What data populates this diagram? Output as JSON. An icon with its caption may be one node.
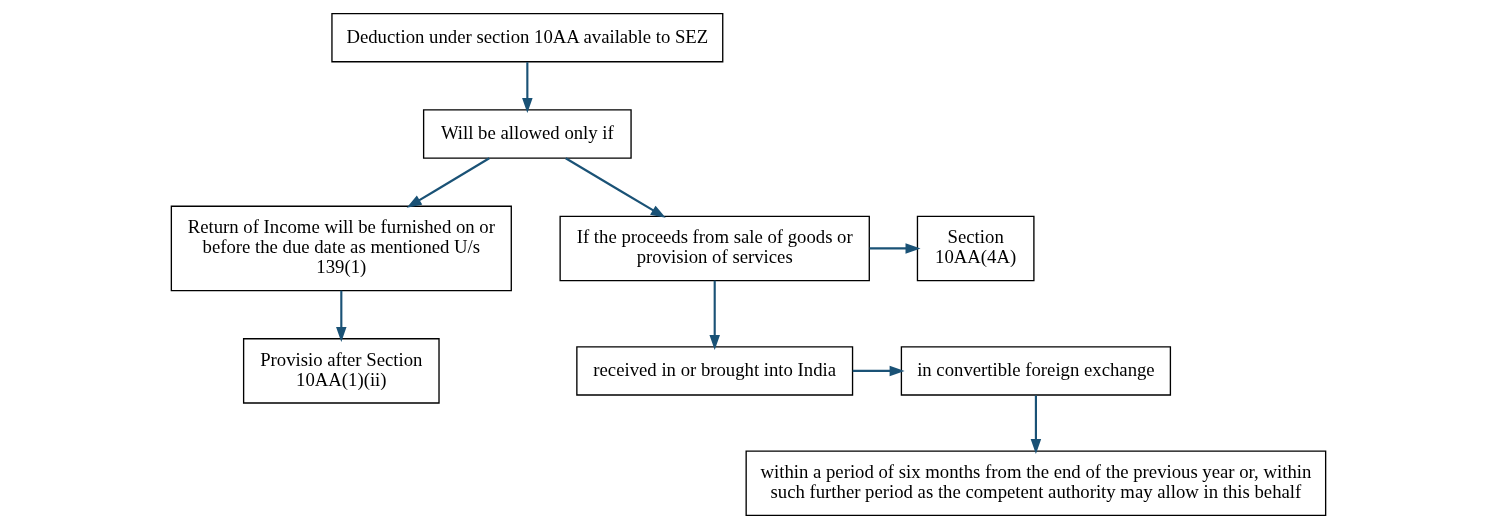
{
  "diagram": {
    "nodes": [
      {
        "text": [
          "Deduction under section 10AA available to SEZ"
        ]
      },
      {
        "text": [
          "Will be allowed only if"
        ]
      },
      {
        "text": [
          "Return of Income will be furnished on or before the due date as mentioned U/s 139(1)"
        ]
      },
      {
        "text": [
          "If the proceeds from sale of goods or provision of services"
        ]
      },
      {
        "text": [
          "Section 10AA(4A)"
        ]
      },
      {
        "text": [
          "Provisio after Section 10AA(1)(ii)"
        ]
      },
      {
        "text": [
          "in convertible foreign exchange"
        ]
      },
      {
        "text": [
          "received in or brought into India"
        ]
      },
      {
        "text": [
          "within a period of six months from the end of the previous year or, within such further period as the competent authority may allow in this behalf"
        ]
      }
    ],
    "edges": [
      {
        "from": 0,
        "to": 1,
        "arrow": "to"
      },
      {
        "from": 1,
        "to": 2,
        "arrow": "to"
      },
      {
        "from": 1,
        "to": 3,
        "arrow": "to"
      },
      {
        "from": 3,
        "to": 4,
        "arrow": "to"
      },
      {
        "from": 2,
        "to": 5,
        "arrow": "to"
      },
      {
        "from": 3,
        "to": 7,
        "arrow": "to"
      },
      {
        "from": 7,
        "to": 6,
        "arrow": "to"
      },
      {
        "from": 6,
        "to": 8,
        "arrow": "to"
      }
    ]
  }
}
